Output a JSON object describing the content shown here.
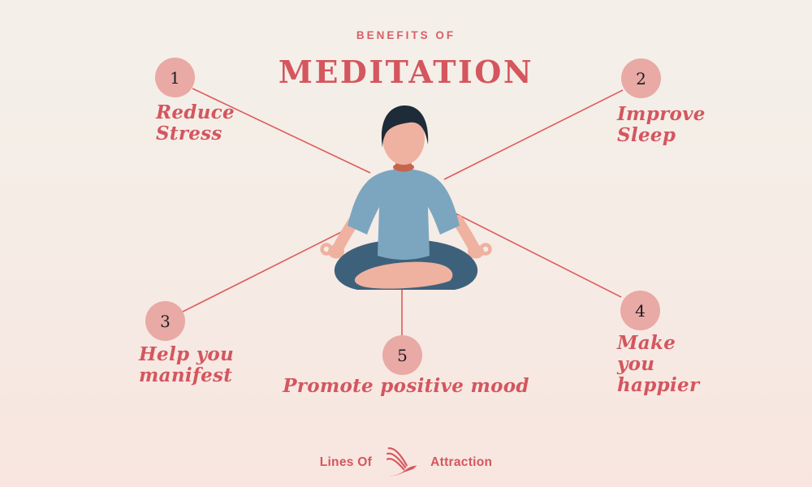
{
  "header": {
    "eyebrow": "BENEFITS OF",
    "title": "MEDITATION"
  },
  "benefits": [
    {
      "number": "1",
      "label": "Reduce Stress",
      "position": "top-left"
    },
    {
      "number": "2",
      "label": "Improve Sleep",
      "position": "top-right"
    },
    {
      "number": "3",
      "label": "Help you manifest",
      "position": "bottom-left"
    },
    {
      "number": "4",
      "label": "Make you happier",
      "position": "bottom-right"
    },
    {
      "number": "5",
      "label": "Promote positive mood",
      "position": "bottom-center"
    }
  ],
  "illustration": {
    "name": "man-meditating-lotus-pose",
    "description": "Faceless man with dark hair, blue t-shirt and dark blue trousers sitting cross-legged with mudra hand gestures"
  },
  "footer": {
    "brand_left": "Lines Of",
    "brand_right": "Attraction",
    "logo_icon": "phoenix-bird-icon"
  },
  "colors": {
    "accent_text": "#d4565e",
    "connector_line": "#dd5b5c",
    "circle_fill": "#e9a9a4",
    "circle_number": "#1d1d22",
    "background_top": "#f4f0e9",
    "background_bottom": "#f8e5df",
    "hair": "#1e2b38",
    "skin": "#efb1a0",
    "skin_shadow": "#c4664e",
    "shirt": "#7ca6bf",
    "pants": "#3e617b"
  }
}
